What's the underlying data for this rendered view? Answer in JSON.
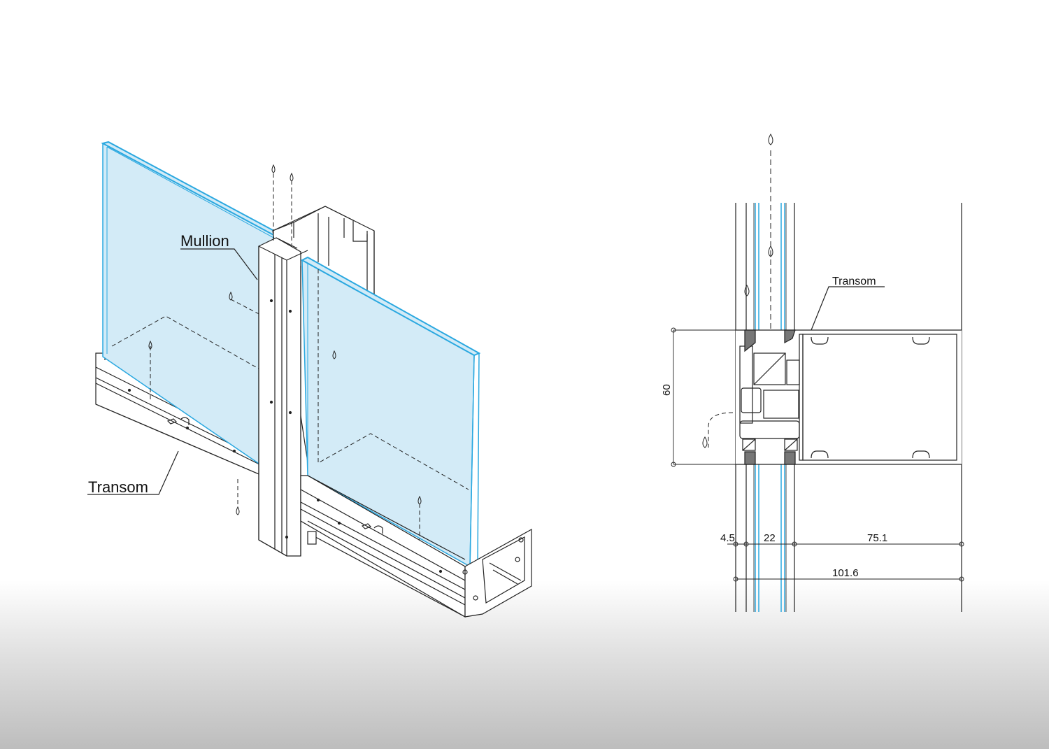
{
  "isometric": {
    "mullion_label": "Mullion",
    "transom_label": "Transom"
  },
  "section": {
    "transom_label": "Transom",
    "dim_height": "60",
    "dim_a": "4.5",
    "dim_b": "22",
    "dim_c": "75.1",
    "dim_total": "101.6"
  },
  "colors": {
    "glass_fill": "#d3ebf7",
    "glass_edge": "#2aa8e0",
    "line": "#222222"
  },
  "icons": [
    "water-drop-icon"
  ]
}
